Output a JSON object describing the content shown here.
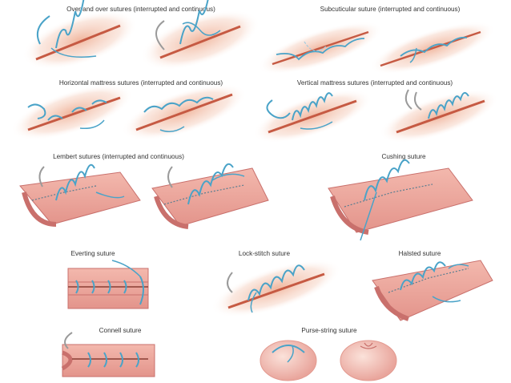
{
  "colors": {
    "skin": "#f2c1ad",
    "wound": "#c65a43",
    "suture": "#4aa3c8",
    "needle": "#9a9a9a",
    "tissue": "#e8a39a",
    "tissue_dark": "#c9706c"
  },
  "figures": [
    {
      "id": "over-and-over",
      "label": "Over and over sutures (interrupted and continuous)"
    },
    {
      "id": "subcuticular",
      "label": "Subcuticular suture (interrupted and continuous)"
    },
    {
      "id": "horizontal-mattress",
      "label": "Horizontal mattress sutures (interrupted and continuous)"
    },
    {
      "id": "vertical-mattress",
      "label": "Vertical mattress sutures (interrupted and continuous)"
    },
    {
      "id": "lembert",
      "label": "Lembert sutures (interrupted and continuous)"
    },
    {
      "id": "cushing",
      "label": "Cushing suture"
    },
    {
      "id": "everting",
      "label": "Everting suture"
    },
    {
      "id": "lock-stitch",
      "label": "Lock-stitch suture"
    },
    {
      "id": "halsted",
      "label": "Halsted suture"
    },
    {
      "id": "connell",
      "label": "Connell suture"
    },
    {
      "id": "purse-string",
      "label": "Purse-string suture"
    }
  ]
}
